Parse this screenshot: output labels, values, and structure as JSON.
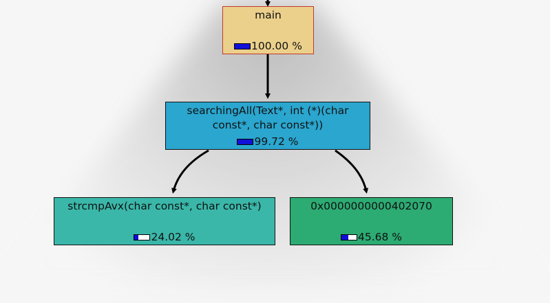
{
  "graph": {
    "nodes": [
      {
        "id": "main",
        "label": "main",
        "cost_text": "100.00 %",
        "cost_fraction": 1.0,
        "fill": "#ebd08c",
        "border": "#c0392b"
      },
      {
        "id": "searchingAll",
        "label": "searchingAll(Text*, int (*)(char const*, char const*))",
        "cost_text": "99.72 %",
        "cost_fraction": 0.9972,
        "fill": "#2aa6cf",
        "border": "#111111"
      },
      {
        "id": "strcmpAvx",
        "label": "strcmpAvx(char const*, char const*)",
        "cost_text": "24.02 %",
        "cost_fraction": 0.2402,
        "fill": "#3ab7a9",
        "border": "#111111"
      },
      {
        "id": "addr",
        "label": "0x0000000000402070",
        "cost_text": "45.68 %",
        "cost_fraction": 0.4568,
        "fill": "#2cab73",
        "border": "#111111"
      }
    ],
    "edges": [
      {
        "from": "caller",
        "to": "main"
      },
      {
        "from": "main",
        "to": "searchingAll"
      },
      {
        "from": "searchingAll",
        "to": "strcmpAvx"
      },
      {
        "from": "searchingAll",
        "to": "addr"
      }
    ]
  }
}
